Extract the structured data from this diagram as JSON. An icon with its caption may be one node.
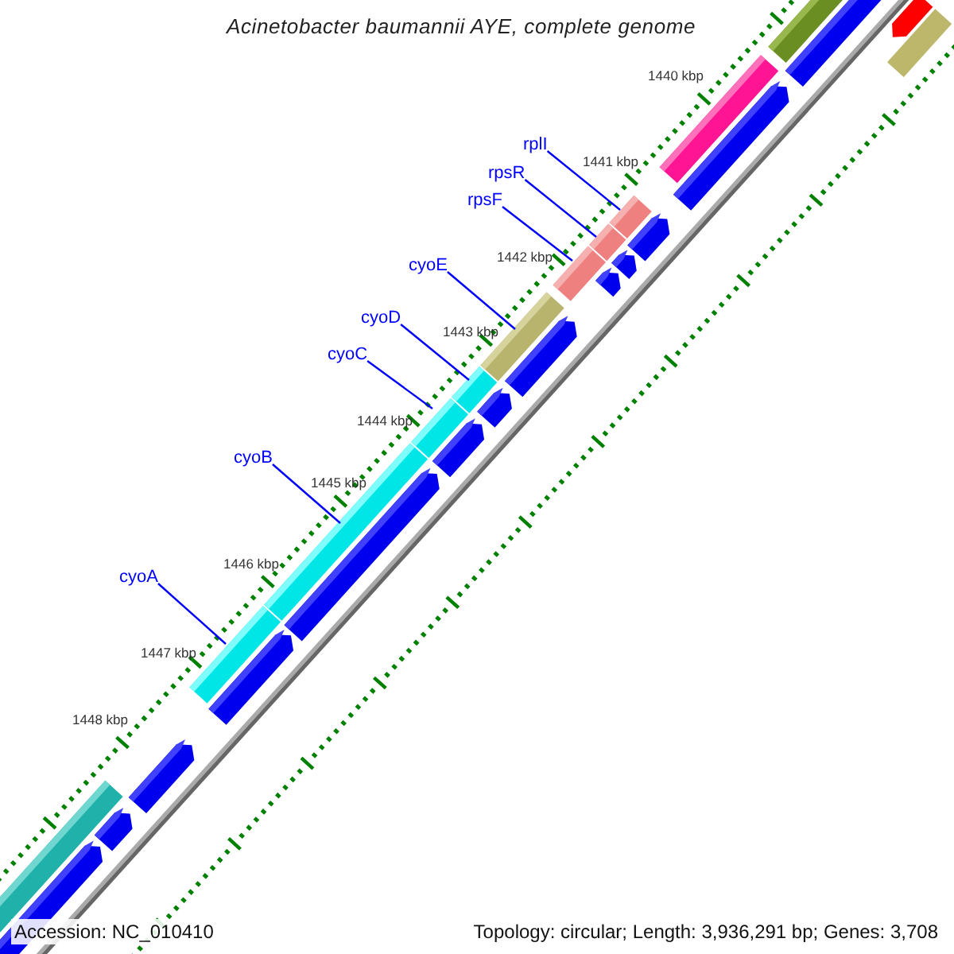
{
  "diagram": {
    "title": "Acinetobacter baumannii AYE, complete genome",
    "nodes": [
      {
        "text": [
          "rplI"
        ]
      },
      {
        "text": [
          "rpsR"
        ]
      },
      {
        "text": [
          "rpsF"
        ]
      },
      {
        "text": [
          "cyoE"
        ]
      },
      {
        "text": [
          "cyoD"
        ]
      },
      {
        "text": [
          "cyoC"
        ]
      },
      {
        "text": [
          "cyoB"
        ]
      },
      {
        "text": [
          "cyoA"
        ]
      },
      {
        "text": [],
        "shape": "bar"
      },
      {
        "text": [],
        "shape": "bar"
      },
      {
        "text": [],
        "shape": "bar"
      },
      {
        "text": [],
        "shape": "bar"
      },
      {
        "text": [],
        "shape": "bar"
      },
      {
        "text": [],
        "shape": "bar"
      },
      {
        "text": [],
        "shape": "bar"
      },
      {
        "text": [],
        "shape": "bar"
      }
    ],
    "edges": [
      {
        "from": 0,
        "to": 8,
        "arrow": "none"
      },
      {
        "from": 1,
        "to": 9,
        "arrow": "none"
      },
      {
        "from": 2,
        "to": 10,
        "arrow": "none"
      },
      {
        "from": 3,
        "to": 11,
        "arrow": "none"
      },
      {
        "from": 4,
        "to": 12,
        "arrow": "none"
      },
      {
        "from": 5,
        "to": 13,
        "arrow": "none"
      },
      {
        "from": 6,
        "to": 14,
        "arrow": "none"
      },
      {
        "from": 7,
        "to": 15,
        "arrow": "none"
      }
    ],
    "labels": [
      "1440 kbp",
      "1441 kbp",
      "1442 kbp",
      "1443 kbp",
      "1444 kbp",
      "1445 kbp",
      "1446 kbp",
      "1447 kbp",
      "1448 kbp",
      "Accession: NC_010410",
      "Topology: circular; Length: 3,936,291 bp; Genes: 3,708"
    ]
  }
}
